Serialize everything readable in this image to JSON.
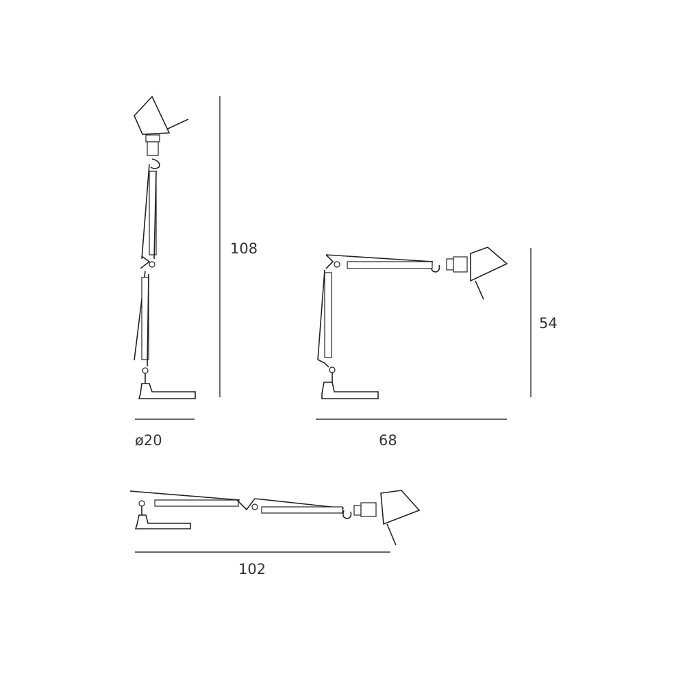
{
  "dimensions": {
    "upright_height": "108",
    "base_diameter": "ø20",
    "desk_height": "54",
    "desk_reach": "68",
    "extended_reach": "102"
  },
  "colors": {
    "line": "#222222",
    "text": "#333333",
    "background": "#ffffff"
  }
}
